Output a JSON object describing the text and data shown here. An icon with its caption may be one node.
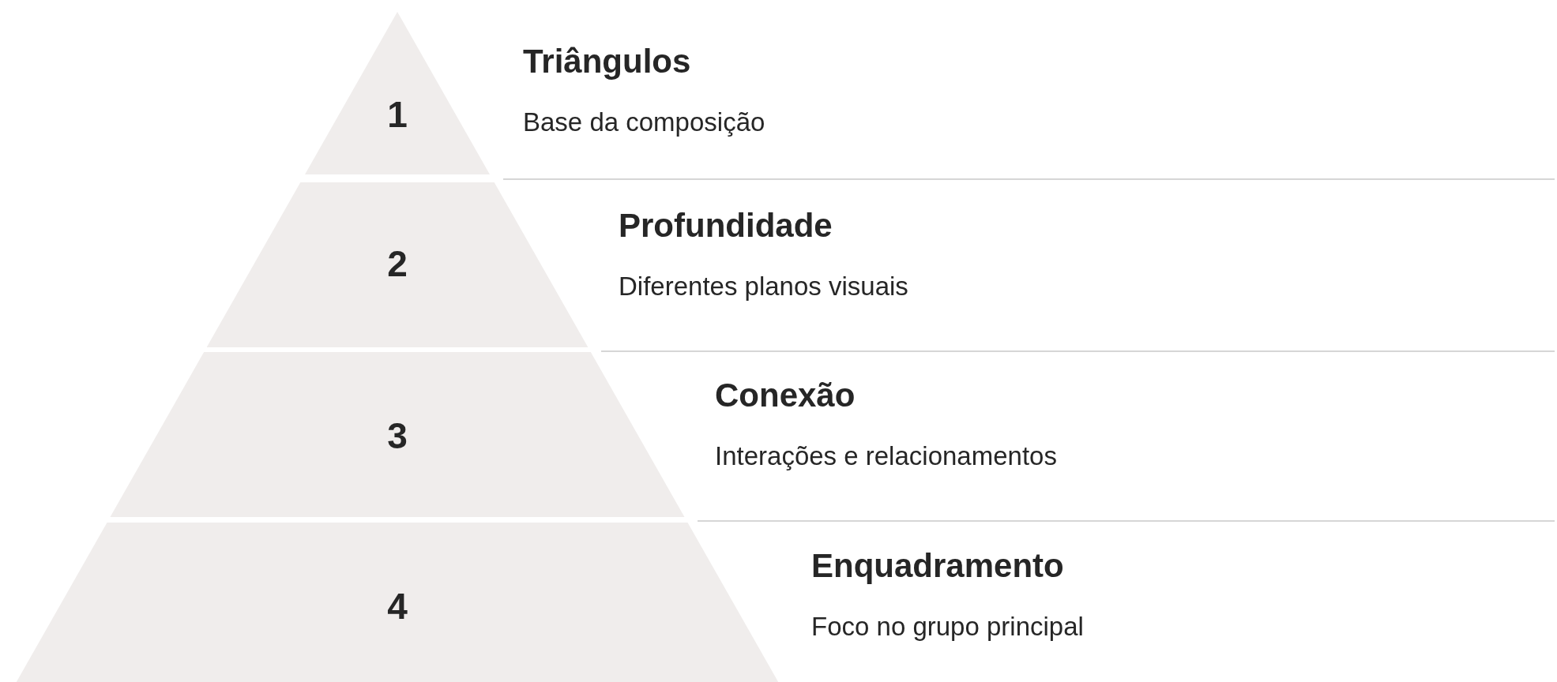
{
  "diagram": {
    "nodes": [
      {
        "text": [
          "1"
        ],
        "beside": [
          "Triângulos",
          "Base da composição"
        ]
      },
      {
        "text": [
          "2"
        ],
        "beside": [
          "Profundidade",
          "Diferentes planos visuais"
        ]
      },
      {
        "text": [
          "3"
        ],
        "beside": [
          "Conexão",
          "Interações e relacionamentos"
        ]
      },
      {
        "text": [
          "4"
        ],
        "beside": [
          "Enquadramento",
          "Foco no grupo principal"
        ]
      }
    ]
  }
}
